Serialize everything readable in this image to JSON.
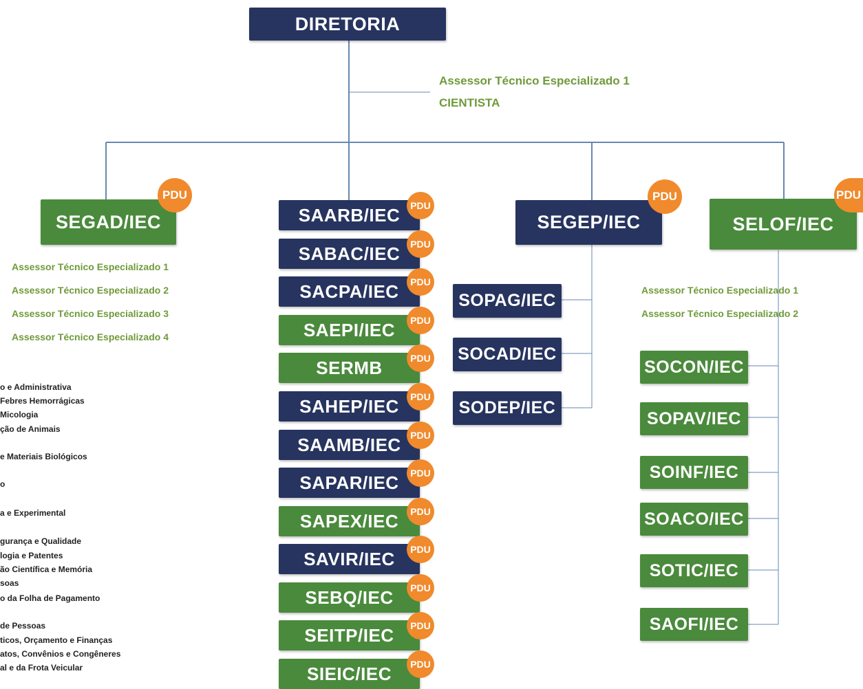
{
  "colors": {
    "navy": "#27345f",
    "green": "#4a8a3c",
    "badge": "#f08a2c",
    "assessor_text": "#6f9a3a"
  },
  "badge_label": "PDU",
  "top": {
    "label": "DIRETORIA"
  },
  "top_assessor": {
    "line1": "Assessor Técnico Especializado 1",
    "line2": "CIENTISTA"
  },
  "segad": {
    "label": "SEGAD/IEC",
    "assessors": [
      "Assessor Técnico Especializado 1",
      "Assessor Técnico Especializado 2",
      "Assessor Técnico Especializado 3",
      "Assessor Técnico Especializado 4"
    ]
  },
  "center_units": [
    {
      "label": "SAARB/IEC",
      "color": "navy"
    },
    {
      "label": "SABAC/IEC",
      "color": "navy"
    },
    {
      "label": "SACPA/IEC",
      "color": "navy"
    },
    {
      "label": "SAEPI/IEC",
      "color": "green"
    },
    {
      "label": "SERMB",
      "color": "green"
    },
    {
      "label": "SAHEP/IEC",
      "color": "navy"
    },
    {
      "label": "SAAMB/IEC",
      "color": "navy"
    },
    {
      "label": "SAPAR/IEC",
      "color": "navy"
    },
    {
      "label": "SAPEX/IEC",
      "color": "green"
    },
    {
      "label": "SAVIR/IEC",
      "color": "navy"
    },
    {
      "label": "SEBQ/IEC",
      "color": "green"
    },
    {
      "label": "SEITP/IEC",
      "color": "green"
    },
    {
      "label": "SIEIC/IEC",
      "color": "green"
    }
  ],
  "segep": {
    "label": "SEGEP/IEC",
    "children": [
      "SOPAG/IEC",
      "SOCAD/IEC",
      "SODEP/IEC"
    ]
  },
  "selof": {
    "label": "SELOF/IEC",
    "assessors": [
      "Assessor Técnico Especializado 1",
      "Assessor Técnico Especializado 2"
    ],
    "children": [
      "SOCON/IEC",
      "SOPAV/IEC",
      "SOINF/IEC",
      "SOACO/IEC",
      "SOTIC/IEC",
      "SAOFI/IEC"
    ]
  },
  "legend_fragments": [
    "o e Administrativa",
    "Febres Hemorrágicas",
    "Micologia",
    "ção de Animais",
    "e Materiais Biológicos",
    "o",
    "a e Experimental",
    "gurança e Qualidade",
    "logia e Patentes",
    "ão Científica e Memória",
    "soas",
    "o da Folha de Pagamento",
    "de Pessoas",
    "ticos, Orçamento e Finanças",
    "atos, Convênios e Congêneres",
    "al e da Frota Veicular"
  ]
}
